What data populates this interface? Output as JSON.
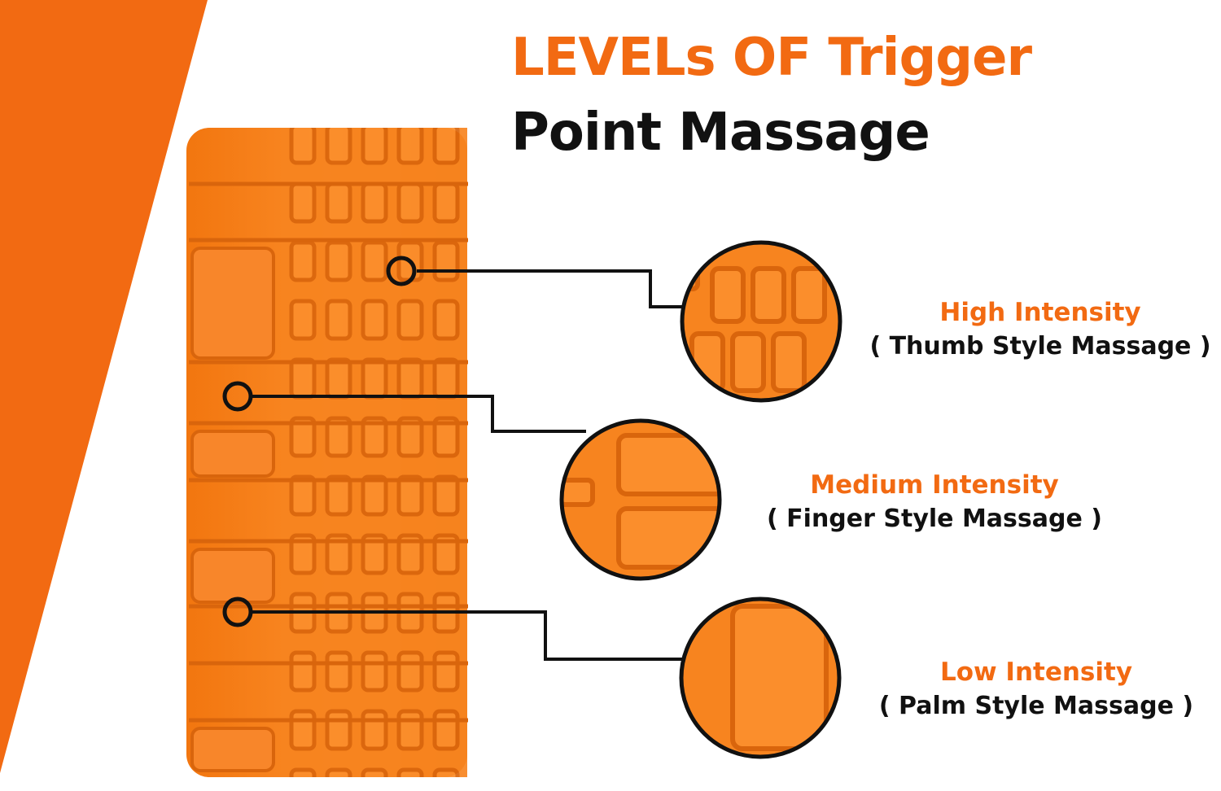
{
  "title": {
    "line1": "LEVELs OF Trigger",
    "line2": "Point Massage"
  },
  "levels": [
    {
      "heading": "High Intensity",
      "subtitle": "( Thumb Style Massage )"
    },
    {
      "heading": "Medium Intensity",
      "subtitle": "( Finger Style Massage )"
    },
    {
      "heading": "Low Intensity",
      "subtitle": "( Palm Style Massage )"
    }
  ],
  "colors": {
    "accent": "#f26a12",
    "roller": "#f7841f",
    "roller_shadow": "#d8650c",
    "text": "#111111",
    "background": "#ffffff"
  }
}
